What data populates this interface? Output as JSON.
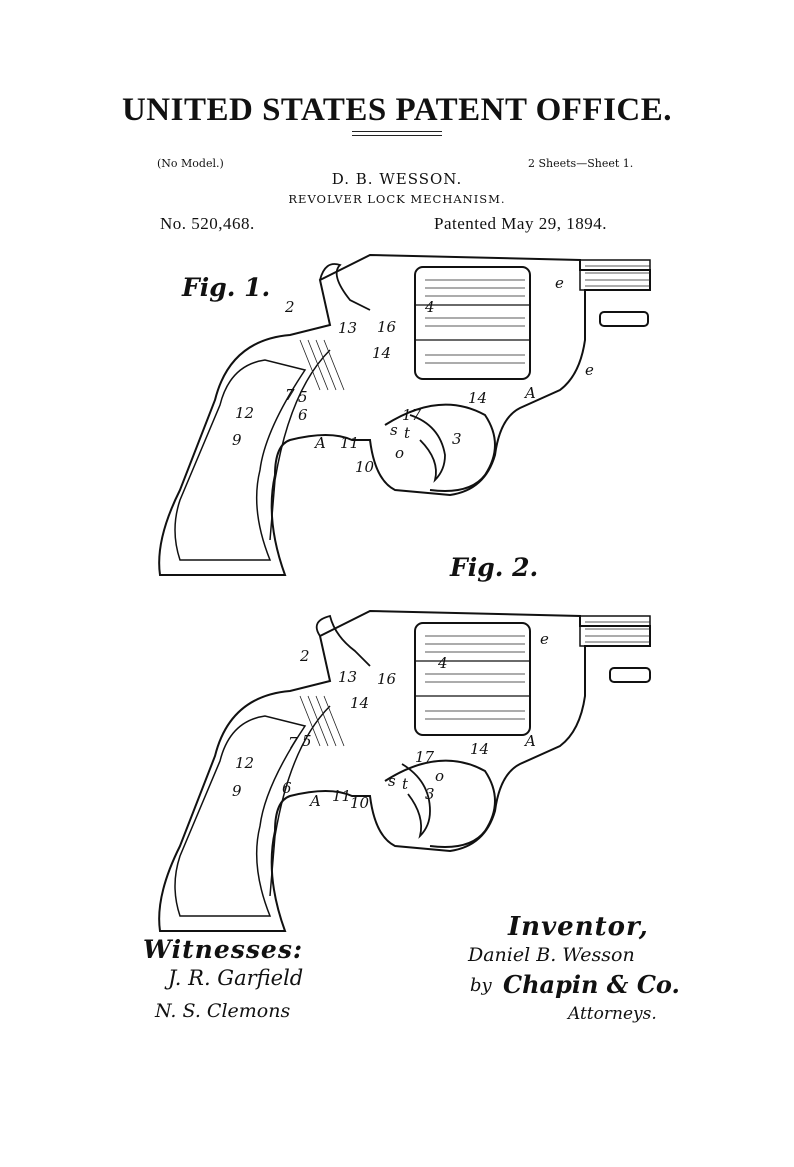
{
  "header": {
    "office": "UNITED STATES PATENT OFFICE.",
    "no_model": "(No Model.)",
    "sheets": "2 Sheets—Sheet 1.",
    "inventor_name": "D. B. WESSON.",
    "invention_title": "REVOLVER LOCK MECHANISM.",
    "patent_number": "No. 520,468.",
    "patented_date": "Patented May 29, 1894."
  },
  "figures": [
    {
      "label": "Fig. 1.",
      "callouts": [
        "2",
        "13",
        "4",
        "16",
        "e",
        "e",
        "7",
        "5",
        "14",
        "A",
        "12",
        "6",
        "17",
        "14",
        "9",
        "A",
        "11",
        "s",
        "t",
        "3",
        "10",
        "o"
      ]
    },
    {
      "label": "Fig. 2.",
      "callouts": [
        "2",
        "13",
        "4",
        "16",
        "e",
        "7",
        "5",
        "14",
        "12",
        "17",
        "14",
        "A",
        "9",
        "6",
        "A",
        "11",
        "10",
        "s",
        "t",
        "3",
        "o"
      ]
    }
  ],
  "signatures": {
    "witnesses_title": "Witnesses:",
    "witness_1": "J. R. Garfield",
    "witness_2": "N. S. Clemons",
    "inventor_title": "Inventor,",
    "inventor_signature": "Daniel B. Wesson",
    "by": "by",
    "attorney_signature": "Chapin & Co.",
    "attorneys_label": "Attorneys."
  }
}
